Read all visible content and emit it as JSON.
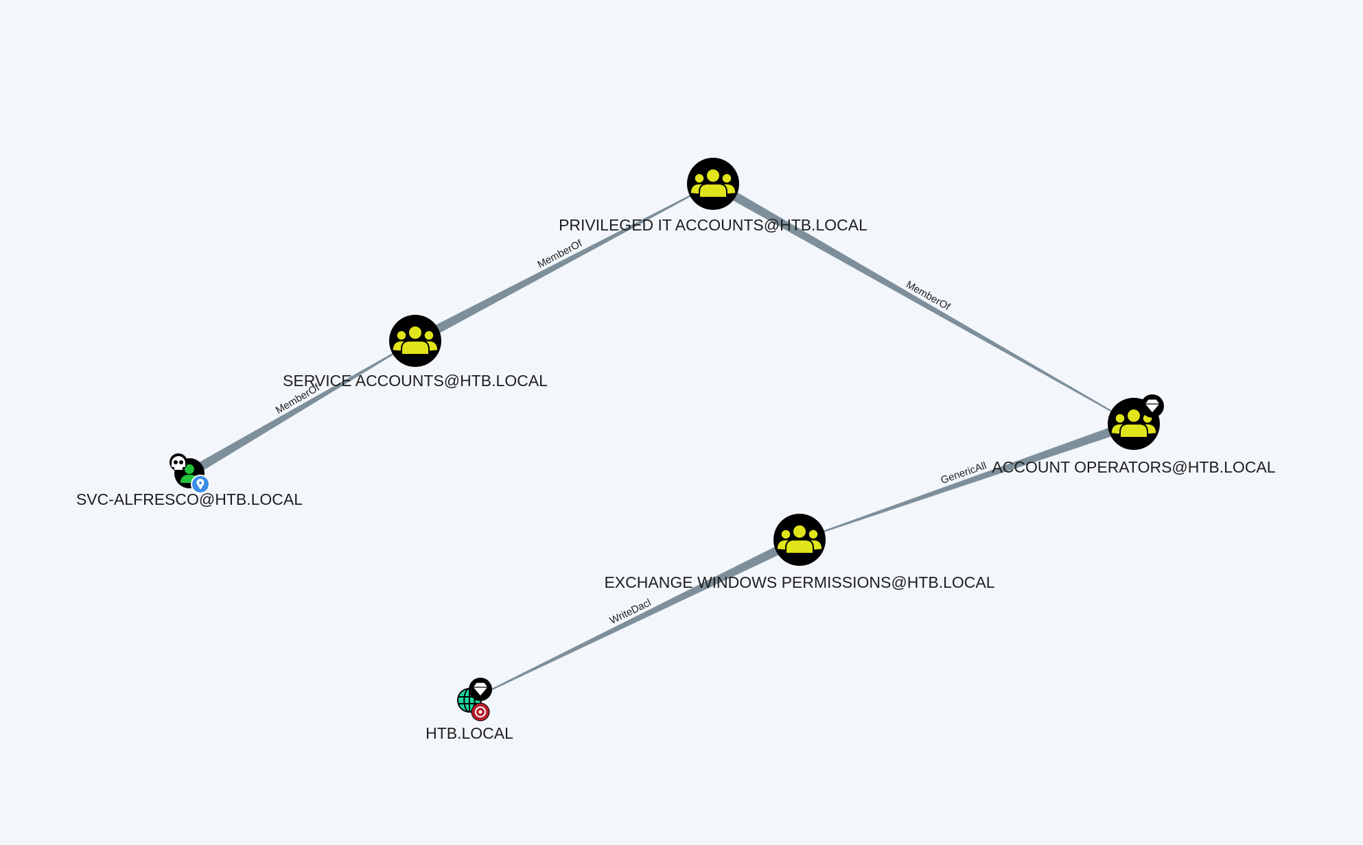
{
  "graph": {
    "nodes": [
      {
        "id": "svc",
        "label": "SVC-ALFRESCO@HTB.LOCAL",
        "type": "user",
        "badges": [
          "skull-icon",
          "location-pin-icon"
        ]
      },
      {
        "id": "service",
        "label": "SERVICE ACCOUNTS@HTB.LOCAL",
        "type": "group",
        "badges": []
      },
      {
        "id": "priv",
        "label": "PRIVILEGED IT ACCOUNTS@HTB.LOCAL",
        "type": "group",
        "badges": []
      },
      {
        "id": "ao",
        "label": "ACCOUNT OPERATORS@HTB.LOCAL",
        "type": "group",
        "badges": [
          "diamond-icon"
        ]
      },
      {
        "id": "exch",
        "label": "EXCHANGE WINDOWS PERMISSIONS@HTB.LOCAL",
        "type": "group",
        "badges": []
      },
      {
        "id": "htb",
        "label": "HTB.LOCAL",
        "type": "domain",
        "badges": [
          "diamond-icon",
          "target-icon"
        ]
      }
    ],
    "edges": [
      {
        "source": "svc",
        "target": "service",
        "label": "MemberOf"
      },
      {
        "source": "service",
        "target": "priv",
        "label": "MemberOf"
      },
      {
        "source": "priv",
        "target": "ao",
        "label": "MemberOf"
      },
      {
        "source": "ao",
        "target": "exch",
        "label": "GenericAll"
      },
      {
        "source": "exch",
        "target": "htb",
        "label": "WriteDacl"
      }
    ],
    "colors": {
      "background": "#f3f6fa",
      "edge": "#7d8f9b",
      "group_icon": "#e0e41a",
      "user_icon": "#22c33a",
      "domain_icon": "#1ed6a0",
      "pin_badge": "#3b8ee8",
      "target_badge": "#b5202a"
    }
  }
}
